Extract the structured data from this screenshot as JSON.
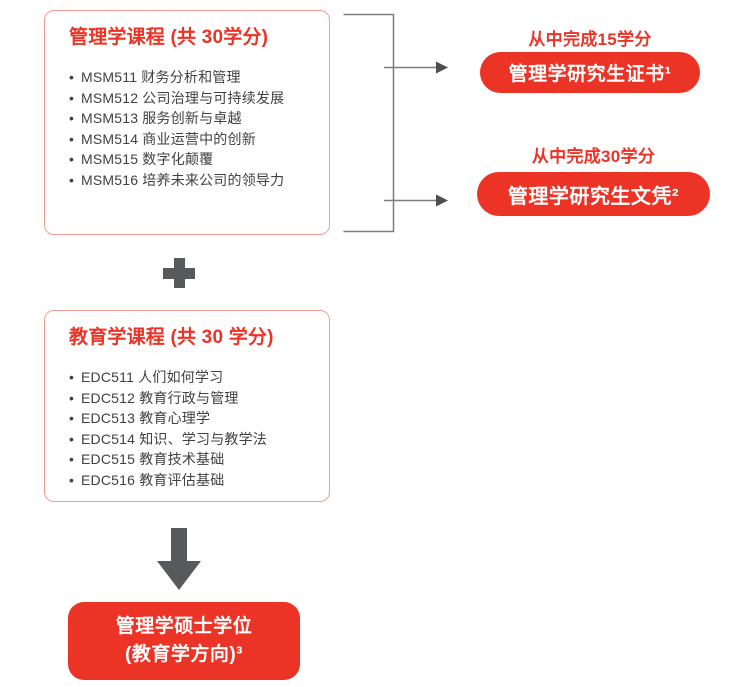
{
  "colors": {
    "brand_red": "#EB3326",
    "box_border": "#F59B92",
    "dark_gray": "#58595B",
    "line_gray": "#7B7C7E",
    "arrowhead_gray": "#4D4E50",
    "text_dark": "#414042",
    "pill_text": "#FFFFFF"
  },
  "management_box": {
    "title": "管理学课程 (共 30学分)",
    "courses": [
      "MSM511 财务分析和管理",
      "MSM512 公司治理与可持续发展",
      "MSM513 服务创新与卓越",
      "MSM514 商业运营中的创新",
      "MSM515 数字化颠覆",
      "MSM516 培养未来公司的领导力"
    ]
  },
  "education_box": {
    "title": "教育学课程 (共 30 学分)",
    "courses": [
      "EDC511 人们如何学习",
      "EDC512 教育行政与管理",
      "EDC513 教育心理学",
      "EDC514 知识、学习与教学法",
      "EDC515 教育技术基础",
      "EDC516 教育评估基础"
    ]
  },
  "outcomes": [
    {
      "condition": "从中完成15学分",
      "credential": "管理学研究生证书¹"
    },
    {
      "condition": "从中完成30学分",
      "credential": "管理学研究生文凭²"
    }
  ],
  "final_award": {
    "line1": "管理学硕士学位",
    "line2": "(教育学方向)³"
  }
}
